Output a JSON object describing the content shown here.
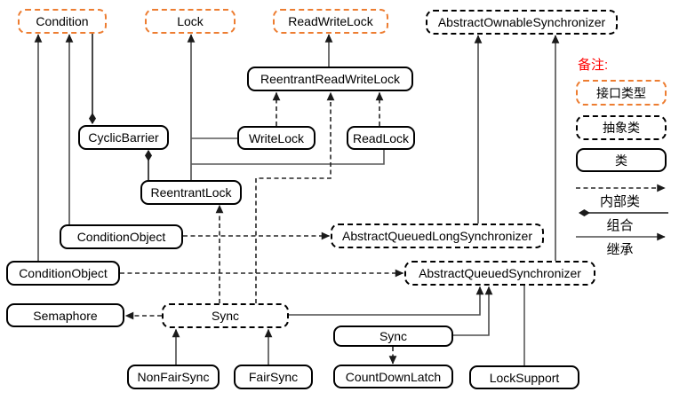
{
  "diagram": {
    "nodes": [
      {
        "id": "condition",
        "label": "Condition",
        "type": "interface"
      },
      {
        "id": "lock",
        "label": "Lock",
        "type": "interface"
      },
      {
        "id": "read-write-lock",
        "label": "ReadWriteLock",
        "type": "interface"
      },
      {
        "id": "abstract-ownable-synchronizer",
        "label": "AbstractOwnableSynchronizer",
        "type": "abstract"
      },
      {
        "id": "reentrant-read-write-lock",
        "label": "ReentrantReadWriteLock",
        "type": "class"
      },
      {
        "id": "cyclic-barrier",
        "label": "CyclicBarrier",
        "type": "class"
      },
      {
        "id": "write-lock",
        "label": "WriteLock",
        "type": "class"
      },
      {
        "id": "read-lock",
        "label": "ReadLock",
        "type": "class"
      },
      {
        "id": "reentrant-lock",
        "label": "ReentrantLock",
        "type": "class"
      },
      {
        "id": "condition-object-1",
        "label": "ConditionObject",
        "type": "class"
      },
      {
        "id": "abstract-queued-long-synchronizer",
        "label": "AbstractQueuedLongSynchronizer",
        "type": "abstract"
      },
      {
        "id": "condition-object-2",
        "label": "ConditionObject",
        "type": "class"
      },
      {
        "id": "abstract-queued-synchronizer",
        "label": "AbstractQueuedSynchronizer",
        "type": "abstract"
      },
      {
        "id": "semaphore",
        "label": "Semaphore",
        "type": "class"
      },
      {
        "id": "sync-abstract",
        "label": "Sync",
        "type": "abstract"
      },
      {
        "id": "sync-class",
        "label": "Sync",
        "type": "class"
      },
      {
        "id": "non-fair-sync",
        "label": "NonFairSync",
        "type": "class"
      },
      {
        "id": "fair-sync",
        "label": "FairSync",
        "type": "class"
      },
      {
        "id": "count-down-latch",
        "label": "CountDownLatch",
        "type": "class"
      },
      {
        "id": "lock-support",
        "label": "LockSupport",
        "type": "class"
      },
      {
        "id": "legend-interface-type",
        "label": "接口类型",
        "type": "interface"
      },
      {
        "id": "legend-abstract-class",
        "label": "抽象类",
        "type": "abstract"
      },
      {
        "id": "legend-class",
        "label": "类",
        "type": "class"
      }
    ],
    "edges": [
      {
        "id": "e1",
        "from": "condition-object-2",
        "to": "condition",
        "kind": "inheritance"
      },
      {
        "id": "e2",
        "from": "condition-object-1",
        "to": "condition",
        "kind": "inheritance"
      },
      {
        "id": "e3",
        "from": "condition",
        "to": "cyclic-barrier",
        "kind": "composition"
      },
      {
        "id": "e4",
        "from": "reentrant-lock",
        "to": "cyclic-barrier",
        "kind": "composition"
      },
      {
        "id": "e5",
        "from": "reentrant-lock",
        "to": "lock",
        "kind": "inheritance"
      },
      {
        "id": "e6",
        "from": "write-lock",
        "to": "lock",
        "kind": "association"
      },
      {
        "id": "e7",
        "from": "read-lock",
        "to": "lock",
        "kind": "association"
      },
      {
        "id": "e8",
        "from": "reentrant-read-write-lock",
        "to": "read-write-lock",
        "kind": "inheritance"
      },
      {
        "id": "e9",
        "from": "write-lock",
        "to": "reentrant-read-write-lock",
        "kind": "inner"
      },
      {
        "id": "e10",
        "from": "read-lock",
        "to": "reentrant-read-write-lock",
        "kind": "inner"
      },
      {
        "id": "e11",
        "from": "sync-abstract",
        "to": "reentrant-read-write-lock",
        "kind": "inner"
      },
      {
        "id": "e12",
        "from": "sync-abstract",
        "to": "reentrant-lock",
        "kind": "inner"
      },
      {
        "id": "e13",
        "from": "condition-object-1",
        "to": "abstract-queued-long-synchronizer",
        "kind": "inner"
      },
      {
        "id": "e14",
        "from": "condition-object-2",
        "to": "abstract-queued-synchronizer",
        "kind": "inner"
      },
      {
        "id": "e15",
        "from": "abstract-queued-long-synchronizer",
        "to": "abstract-ownable-synchronizer",
        "kind": "inheritance"
      },
      {
        "id": "e16",
        "from": "abstract-queued-synchronizer",
        "to": "abstract-ownable-synchronizer",
        "kind": "inheritance"
      },
      {
        "id": "e17",
        "from": "sync-abstract",
        "to": "semaphore",
        "kind": "inner"
      },
      {
        "id": "e18",
        "from": "sync-abstract",
        "to": "abstract-queued-synchronizer",
        "kind": "inheritance"
      },
      {
        "id": "e19",
        "from": "sync-class",
        "to": "abstract-queued-synchronizer",
        "kind": "inheritance"
      },
      {
        "id": "e20",
        "from": "lock-support",
        "to": "abstract-queued-synchronizer",
        "kind": "association"
      },
      {
        "id": "e21",
        "from": "sync-class",
        "to": "count-down-latch",
        "kind": "inner"
      },
      {
        "id": "e22",
        "from": "non-fair-sync",
        "to": "sync-abstract",
        "kind": "inheritance"
      },
      {
        "id": "e23",
        "from": "fair-sync",
        "to": "sync-abstract",
        "kind": "inheritance"
      },
      {
        "id": "le1",
        "from": "legend",
        "to": "legend",
        "kind": "inner"
      },
      {
        "id": "le2",
        "from": "legend",
        "to": "legend",
        "kind": "composition"
      },
      {
        "id": "le3",
        "from": "legend",
        "to": "legend",
        "kind": "inheritance"
      }
    ]
  },
  "legend": {
    "note_label": "备注:",
    "line_labels": [
      "内部类",
      "组合",
      "继承"
    ]
  },
  "colors": {
    "interface_accent": "#ED7D31",
    "note_red": "#FF0000",
    "box_border": "#000000",
    "connector": "#4d4d4d"
  }
}
